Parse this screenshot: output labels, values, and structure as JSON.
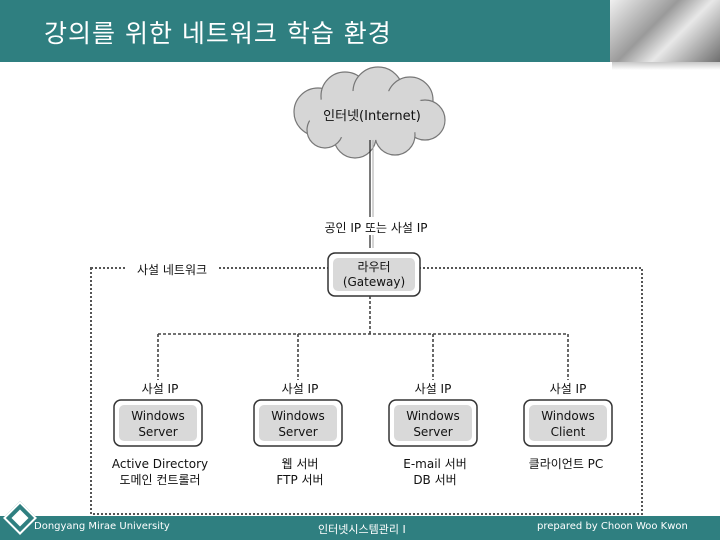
{
  "slide": {
    "title": "강의를 위한 네트워크 학습 환경"
  },
  "footer": {
    "university": "Dongyang Mirae University",
    "course": "인터넷시스템관리 I",
    "author": "prepared by Choon Woo Kwon"
  },
  "diagram": {
    "cloud_label": "인터넷(Internet)",
    "link_label": "공인 IP 또는 사설 IP",
    "region_label": "사설 네트워크",
    "router_line1": "라우터",
    "router_line2": "(Gateway)",
    "nodes": [
      {
        "ip": "사설 IP",
        "line1": "Windows",
        "line2": "Server",
        "role1": "Active Directory",
        "role2": "도메인 컨트롤러"
      },
      {
        "ip": "사설 IP",
        "line1": "Windows",
        "line2": "Server",
        "role1": "웹 서버",
        "role2": "FTP 서버"
      },
      {
        "ip": "사설 IP",
        "line1": "Windows",
        "line2": "Server",
        "role1": "E-mail 서버",
        "role2": "DB 서버"
      },
      {
        "ip": "사설 IP",
        "line1": "Windows",
        "line2": "Client",
        "role1": "클라이언트 PC",
        "role2": ""
      }
    ]
  },
  "colors": {
    "theme": "#2f7f80",
    "box_fill": "#d9d9d9",
    "cloud_fill": "#d6d6d6"
  }
}
